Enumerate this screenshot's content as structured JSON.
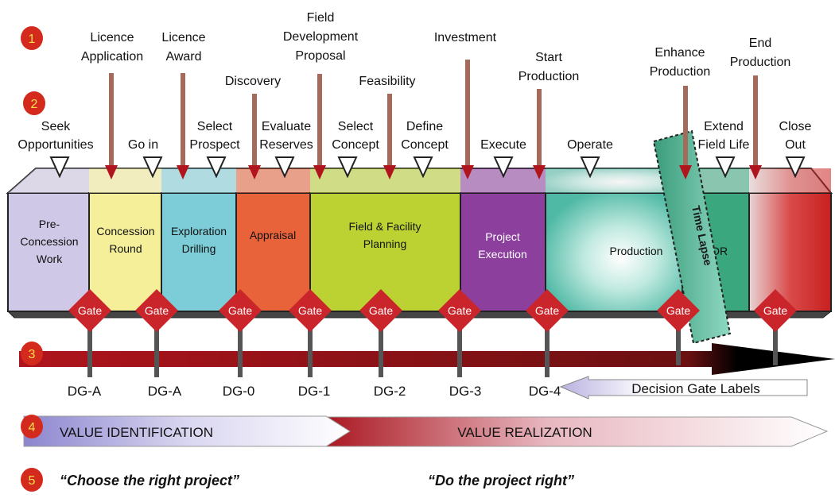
{
  "row_markers": [
    "1",
    "2",
    "3",
    "4",
    "5"
  ],
  "milestones": [
    {
      "lines": [
        "Licence",
        "Application"
      ]
    },
    {
      "lines": [
        "Licence",
        "Award"
      ]
    },
    {
      "lines": [
        "Discovery"
      ]
    },
    {
      "lines": [
        "Field",
        "Development",
        "Proposal"
      ]
    },
    {
      "lines": [
        "Feasibility"
      ]
    },
    {
      "lines": [
        "Investment"
      ]
    },
    {
      "lines": [
        "Start",
        "Production"
      ]
    },
    {
      "lines": [
        "Enhance",
        "Production"
      ]
    },
    {
      "lines": [
        "End",
        "Production"
      ]
    }
  ],
  "activities": [
    {
      "lines": [
        "Seek",
        "Opportunities"
      ]
    },
    {
      "lines": [
        "Go in"
      ]
    },
    {
      "lines": [
        "Select",
        "Prospect"
      ]
    },
    {
      "lines": [
        "Evaluate",
        "Reserves"
      ]
    },
    {
      "lines": [
        "Select",
        "Concept"
      ]
    },
    {
      "lines": [
        "Define",
        "Concept"
      ]
    },
    {
      "lines": [
        "Execute"
      ]
    },
    {
      "lines": [
        "Operate"
      ]
    },
    {
      "lines": [
        "Extend",
        "Field Life"
      ]
    },
    {
      "lines": [
        "Close",
        "Out"
      ]
    }
  ],
  "phases": [
    {
      "lines": [
        "Pre-",
        "Concession",
        "Work"
      ],
      "color": "#cfc8e6"
    },
    {
      "lines": [
        "Concession",
        "Round"
      ],
      "color": "#f5ef9a"
    },
    {
      "lines": [
        "Exploration",
        "Drilling"
      ],
      "color": "#7dcdd8"
    },
    {
      "lines": [
        "Appraisal"
      ],
      "color": "#e8623a"
    },
    {
      "lines": [
        "Field & Facility",
        "Planning"
      ],
      "color": "#bcd233"
    },
    {
      "lines": [
        "Project",
        "Execution"
      ],
      "color": "#8d3f9e"
    },
    {
      "lines": [
        "Production"
      ],
      "color": "#5ec4ae"
    },
    {
      "lines": [
        "EOR"
      ],
      "color": "#3aa77e"
    },
    {
      "lines": [
        ""
      ],
      "color": "#d94a4a"
    }
  ],
  "time_lapse_label": "Time Lapse",
  "gate_label": "Gate",
  "gate_count": 9,
  "decision_gates": [
    "DG-A",
    "DG-A",
    "DG-0",
    "DG-1",
    "DG-2",
    "DG-3",
    "DG-4"
  ],
  "decision_gate_labels_caption": "Decision Gate Labels",
  "value_identification": "VALUE IDENTIFICATION",
  "value_realization": "VALUE REALIZATION",
  "slogan_left": "“Choose the right project”",
  "slogan_right": "“Do the project right”",
  "colors": {
    "marker": "#d42a1e",
    "gate": "#c9252b",
    "arrow_red": "#b0141c",
    "arrow_dark": "#000000",
    "milestone_arrow": "#a56a5a"
  }
}
